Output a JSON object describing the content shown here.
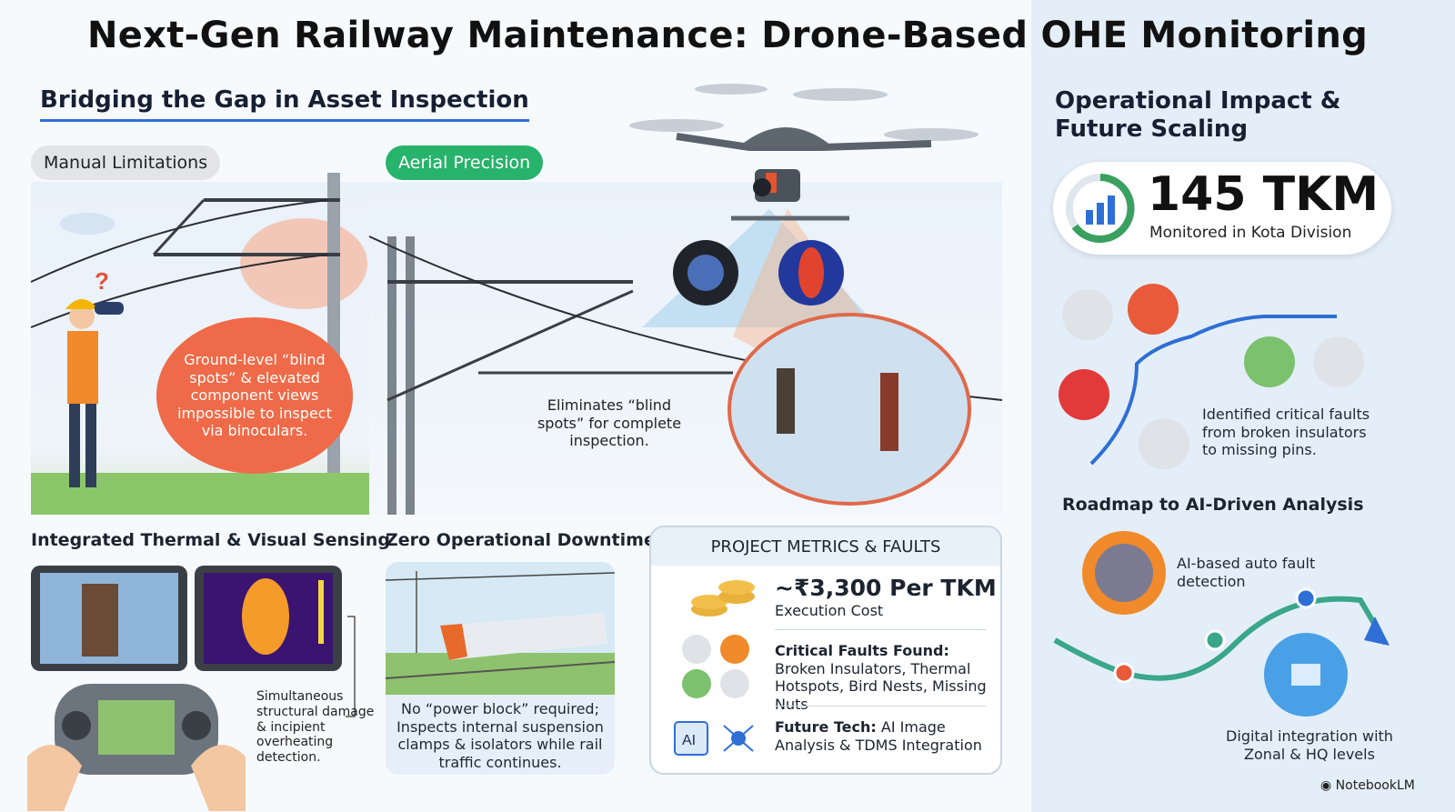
{
  "title": "Next-Gen Railway Maintenance: Drone-Based OHE Monitoring",
  "left": {
    "subtitle": "Bridging the Gap in Asset Inspection",
    "manual_pill": "Manual Limitations",
    "aerial_pill": "Aerial Precision",
    "manual_bubble": "Ground-level “blind spots” & elevated component views impossible to inspect via binoculars.",
    "question_mark": "?",
    "aerial_caption": "Eliminates “blind spots” for complete inspection."
  },
  "sensing": {
    "heading": "Integrated Thermal & Visual Sensing",
    "caption": "Simultaneous structural damage & incipient overheating detection."
  },
  "downtime": {
    "heading": "Zero Operational Downtime",
    "caption": "No “power block” required; Inspects internal suspension clamps & isolators while rail traffic continues."
  },
  "metrics": {
    "heading": "PROJECT METRICS & FAULTS",
    "cost_value": "~₹3,300 Per TKM",
    "cost_label": "Execution Cost",
    "faults_label": "Critical Faults Found:",
    "faults_text": "Broken Insulators, Thermal Hotspots, Bird Nests, Missing Nuts",
    "future_label": "Future Tech:",
    "future_text": "AI Image Analysis & TDMS Integration",
    "ai_chip_label": "AI"
  },
  "right": {
    "title": "Operational Impact & Future Scaling",
    "stat_value": "145 TKM",
    "stat_label": "Monitored in Kota Division",
    "faults_caption": "Identified critical faults from broken insulators to missing pins.",
    "roadmap_heading": "Roadmap to AI-Driven Analysis",
    "roadmap_step1": "AI-based auto fault detection",
    "roadmap_step2": "Digital integration with Zonal & HQ levels"
  },
  "footer": "NotebookLM",
  "colors": {
    "accent_blue": "#2e6fd6",
    "manual_red": "#ef6a48",
    "aerial_green": "#27b36b",
    "right_panel_bg": "#e4eef8"
  }
}
